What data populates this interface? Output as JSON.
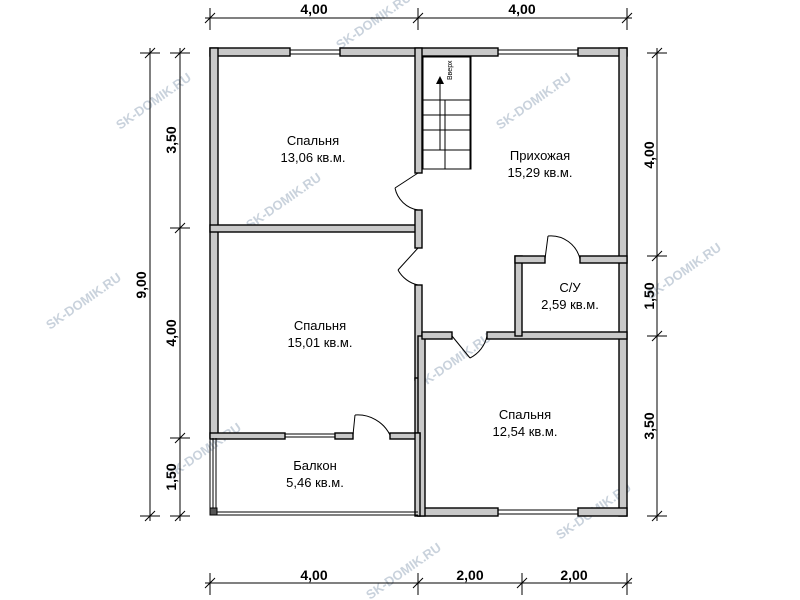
{
  "dimensions": {
    "top": [
      "4,00",
      "4,00"
    ],
    "bottom": [
      "4,00",
      "2,00",
      "2,00"
    ],
    "left_total": "9,00",
    "left": [
      "3,50",
      "4,00",
      "1,50"
    ],
    "right": [
      "4,00",
      "1,50",
      "3,50"
    ]
  },
  "rooms": {
    "bedroom_top_left": {
      "name": "Спальня",
      "area": "13,06 кв.м."
    },
    "hallway": {
      "name": "Прихожая",
      "area": "15,29 кв.м."
    },
    "bathroom": {
      "name": "С/У",
      "area": "2,59 кв.м."
    },
    "bedroom_middle_left": {
      "name": "Спальня",
      "area": "15,01 кв.м."
    },
    "bedroom_bottom_right": {
      "name": "Спальня",
      "area": "12,54 кв.м."
    },
    "balcony": {
      "name": "Балкон",
      "area": "5,46 кв.м."
    }
  },
  "stair_label": "Вверх",
  "watermark": "SK-DOMIK.RU",
  "colors": {
    "wall_fill": "#c9c9c9",
    "watermark": "#c9d2dc"
  }
}
